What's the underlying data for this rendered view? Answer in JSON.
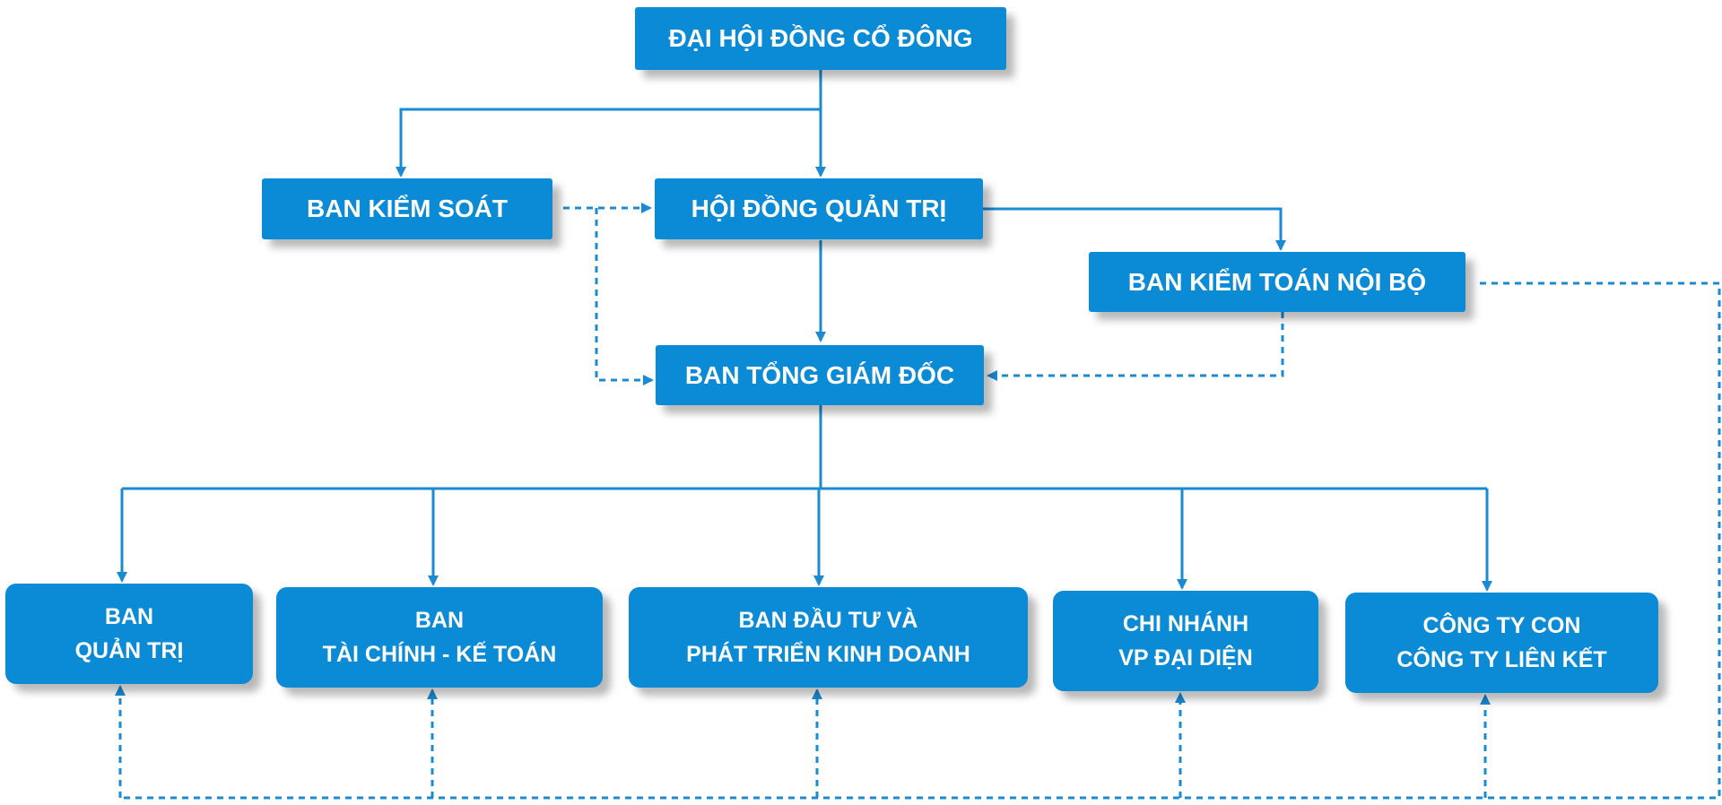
{
  "nodes": {
    "dhdcd": "ĐẠI HỘI ĐỒNG CỔ ĐÔNG",
    "bks": "BAN KIỂM SOÁT",
    "hdqt": "HỘI ĐỒNG QUẢN TRỊ",
    "bktnb": "BAN KIỂM TOÁN NỘI BỘ",
    "btgd": "BAN TỔNG GIÁM ĐỐC",
    "bqt": [
      "BAN",
      "QUẢN TRỊ"
    ],
    "btckt": [
      "BAN",
      "TÀI CHÍNH - KẾ TOÁN"
    ],
    "bdtpt": [
      "BAN ĐẦU TƯ VÀ",
      "PHÁT TRIỂN KINH DOANH"
    ],
    "cnvp": [
      "CHI NHÁNH",
      "VP ĐẠI DIỆN"
    ],
    "ctcon": [
      "CÔNG TY CON",
      "CÔNG TY LIÊN KẾT"
    ]
  },
  "colors": {
    "box": "#0b8ad6",
    "line": "#1a8bd2",
    "text": "#ffffff"
  }
}
